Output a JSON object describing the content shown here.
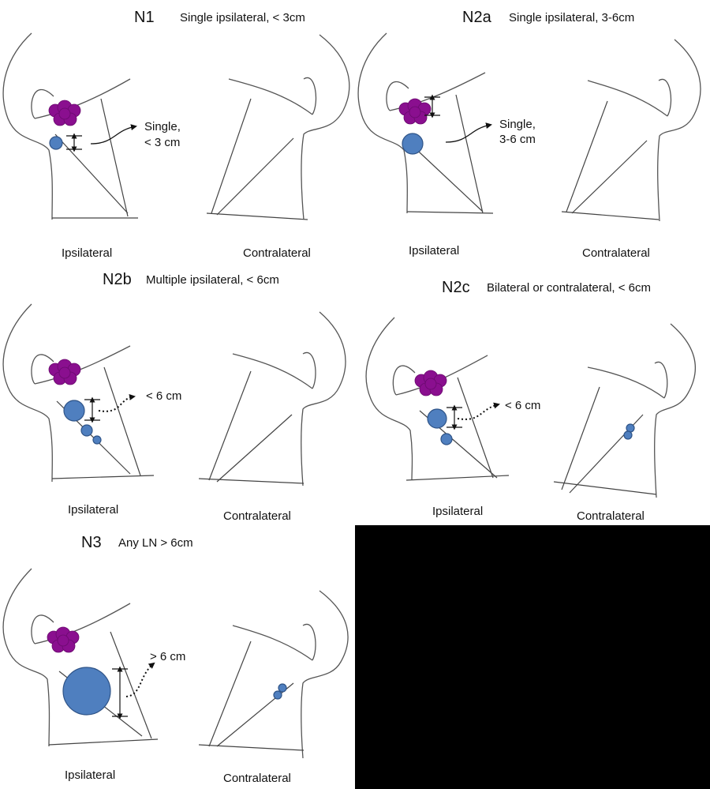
{
  "panels": [
    {
      "id": "N1",
      "stage": "N1",
      "description": "Single ipsilateral, < 3cm",
      "ipsilateral_label": "Ipsilateral",
      "contralateral_label": "Contralateral",
      "callout": [
        "Single,",
        "< 3 cm"
      ]
    },
    {
      "id": "N2a",
      "stage": "N2a",
      "description": "Single ipsilateral, 3-6cm",
      "ipsilateral_label": "Ipsilateral",
      "contralateral_label": "Contralateral",
      "callout": [
        "Single,",
        "3-6 cm"
      ]
    },
    {
      "id": "N2b",
      "stage": "N2b",
      "description": "Multiple ipsilateral, < 6cm",
      "ipsilateral_label": "Ipsilateral",
      "contralateral_label": "Contralateral",
      "callout": [
        "< 6 cm"
      ]
    },
    {
      "id": "N2c",
      "stage": "N2c",
      "description": "Bilateral or contralateral, < 6cm",
      "ipsilateral_label": "Ipsilateral",
      "contralateral_label": "Contralateral",
      "callout": [
        "< 6 cm"
      ]
    },
    {
      "id": "N3",
      "stage": "N3",
      "description": "Any LN > 6cm",
      "ipsilateral_label": "Ipsilateral",
      "contralateral_label": "Contralateral",
      "callout": [
        "> 6 cm"
      ]
    }
  ],
  "colors": {
    "lymph_node": "#4f7fbf",
    "primary_tumor": "#8a0f8f",
    "blank_area": "#000000"
  }
}
